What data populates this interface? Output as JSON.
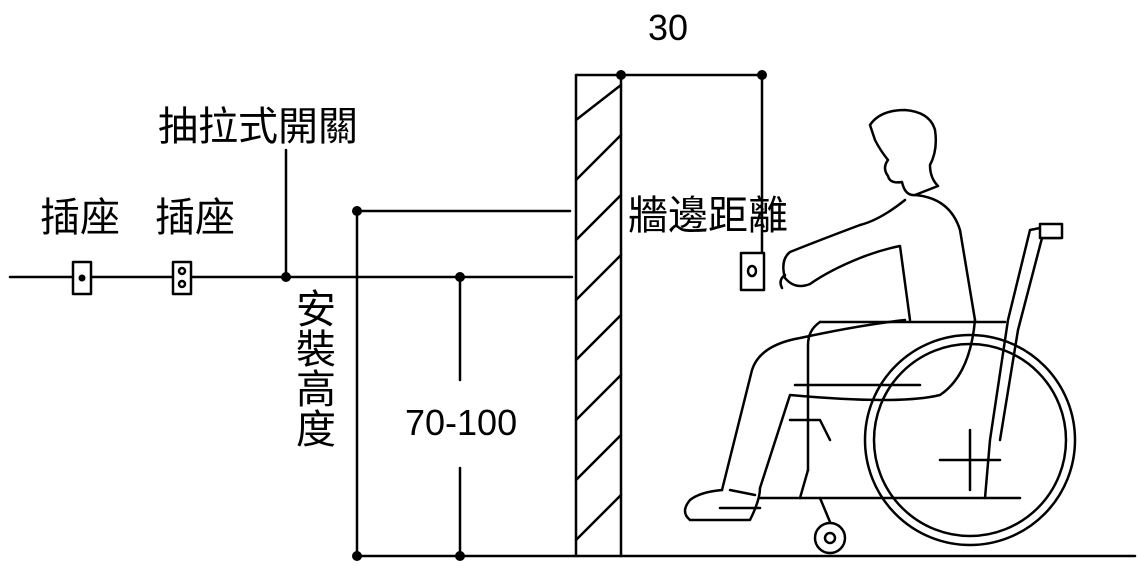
{
  "labels": {
    "top_distance": "30",
    "pull_switch": "抽拉式開關",
    "socket_1": "插座",
    "socket_2": "插座",
    "wall_distance": "牆邊距離",
    "install_height": "安裝高度",
    "height_range": "70-100"
  },
  "colors": {
    "line": "#000000",
    "background": "#ffffff"
  }
}
